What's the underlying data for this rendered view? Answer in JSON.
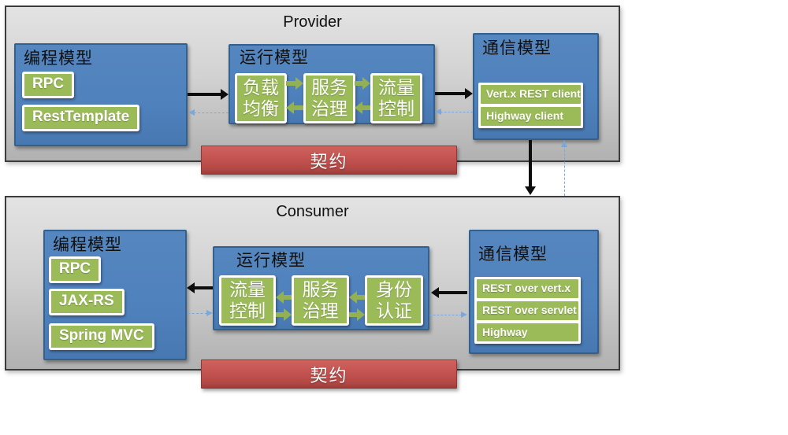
{
  "colors": {
    "panel_blue": "#4f81bd",
    "panel_border_blue": "#33618f",
    "tag_green": "#9bbb59",
    "contract_red": "#c0504d",
    "dashed_blue": "#7ba7d9",
    "container_gray_top": "#e3e3e3",
    "container_gray_bottom": "#b1b1b1",
    "container_border": "#3c3c3c"
  },
  "provider": {
    "title": "Provider",
    "programming_model": {
      "title": "编程模型",
      "items": [
        "RPC",
        "RestTemplate"
      ]
    },
    "runtime_model": {
      "title": "运行模型",
      "items": [
        "负载\n均衡",
        "服务\n治理",
        "流量\n控制"
      ]
    },
    "communication_model": {
      "title": "通信模型",
      "items": [
        "Vert.x REST client",
        "Highway client"
      ]
    },
    "contract_label": "契约"
  },
  "consumer": {
    "title": "Consumer",
    "programming_model": {
      "title": "编程模型",
      "items": [
        "RPC",
        "JAX-RS",
        "Spring MVC"
      ]
    },
    "runtime_model": {
      "title": "运行模型",
      "items": [
        "流量\n控制",
        "服务\n治理",
        "身份\n认证"
      ]
    },
    "communication_model": {
      "title": "通信模型",
      "items": [
        "REST over vert.x",
        "REST over servlet",
        "Highway"
      ]
    },
    "contract_label": "契约"
  }
}
